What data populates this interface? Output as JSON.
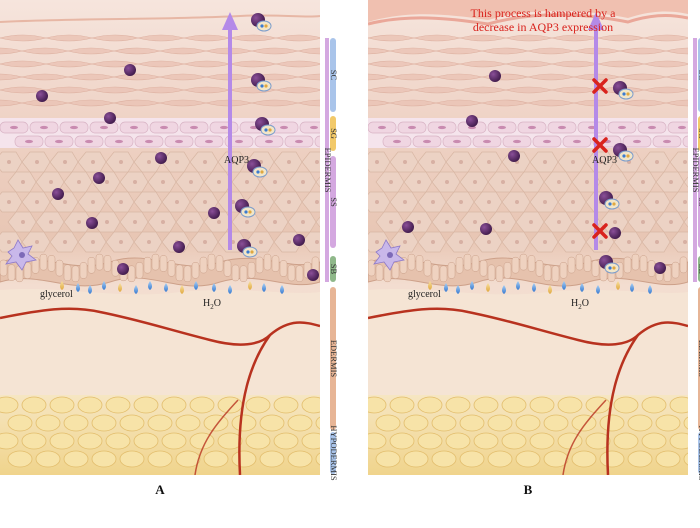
{
  "panels": [
    {
      "label": "A",
      "annotation_lines": [],
      "labels": {
        "aqp3": "AQP3",
        "glycerol": "glycerol",
        "h2o_main": "H",
        "h2o_sub": "2",
        "h2o_tail": "O"
      },
      "layer_tags": [
        "SC",
        "SG",
        "EPIDERMIS",
        "SS",
        "SB",
        "EDERMIS",
        "HYPODERMIS"
      ],
      "blocked_steps": 0
    },
    {
      "label": "B",
      "annotation_lines": [
        "This process is hampered by a",
        "decrease in AQP3 expression"
      ],
      "labels": {
        "aqp3": "AQP3",
        "glycerol": "glycerol",
        "h2o_main": "H",
        "h2o_sub": "2",
        "h2o_tail": "O"
      },
      "layer_tags": [
        "SC",
        "SG",
        "EPIDERMIS",
        "SS",
        "SB",
        "EDERMIS",
        "HYPODERMIS"
      ],
      "blocked_steps": 3
    }
  ],
  "colors": {
    "annotation": "#d9231d",
    "arrow": "#b48ae8",
    "glycerol_cell": "#5a2a66",
    "blood_vessel": "#b8321f",
    "epidermis_tag": "#d4a8e0",
    "sc_tag": "#a9c4ea",
    "sg_tag": "#f2c96a",
    "sb_tag": "#8fb88a",
    "dermis_tag": "#e7b596",
    "hypodermis_tag": "#a9c4ea"
  },
  "icons": [
    "glycerol-molecule-icon",
    "aqp3-channel-icon",
    "water-drop-icon",
    "blocked-cross-icon",
    "dendritic-cell-icon",
    "upward-arrow-icon"
  ]
}
